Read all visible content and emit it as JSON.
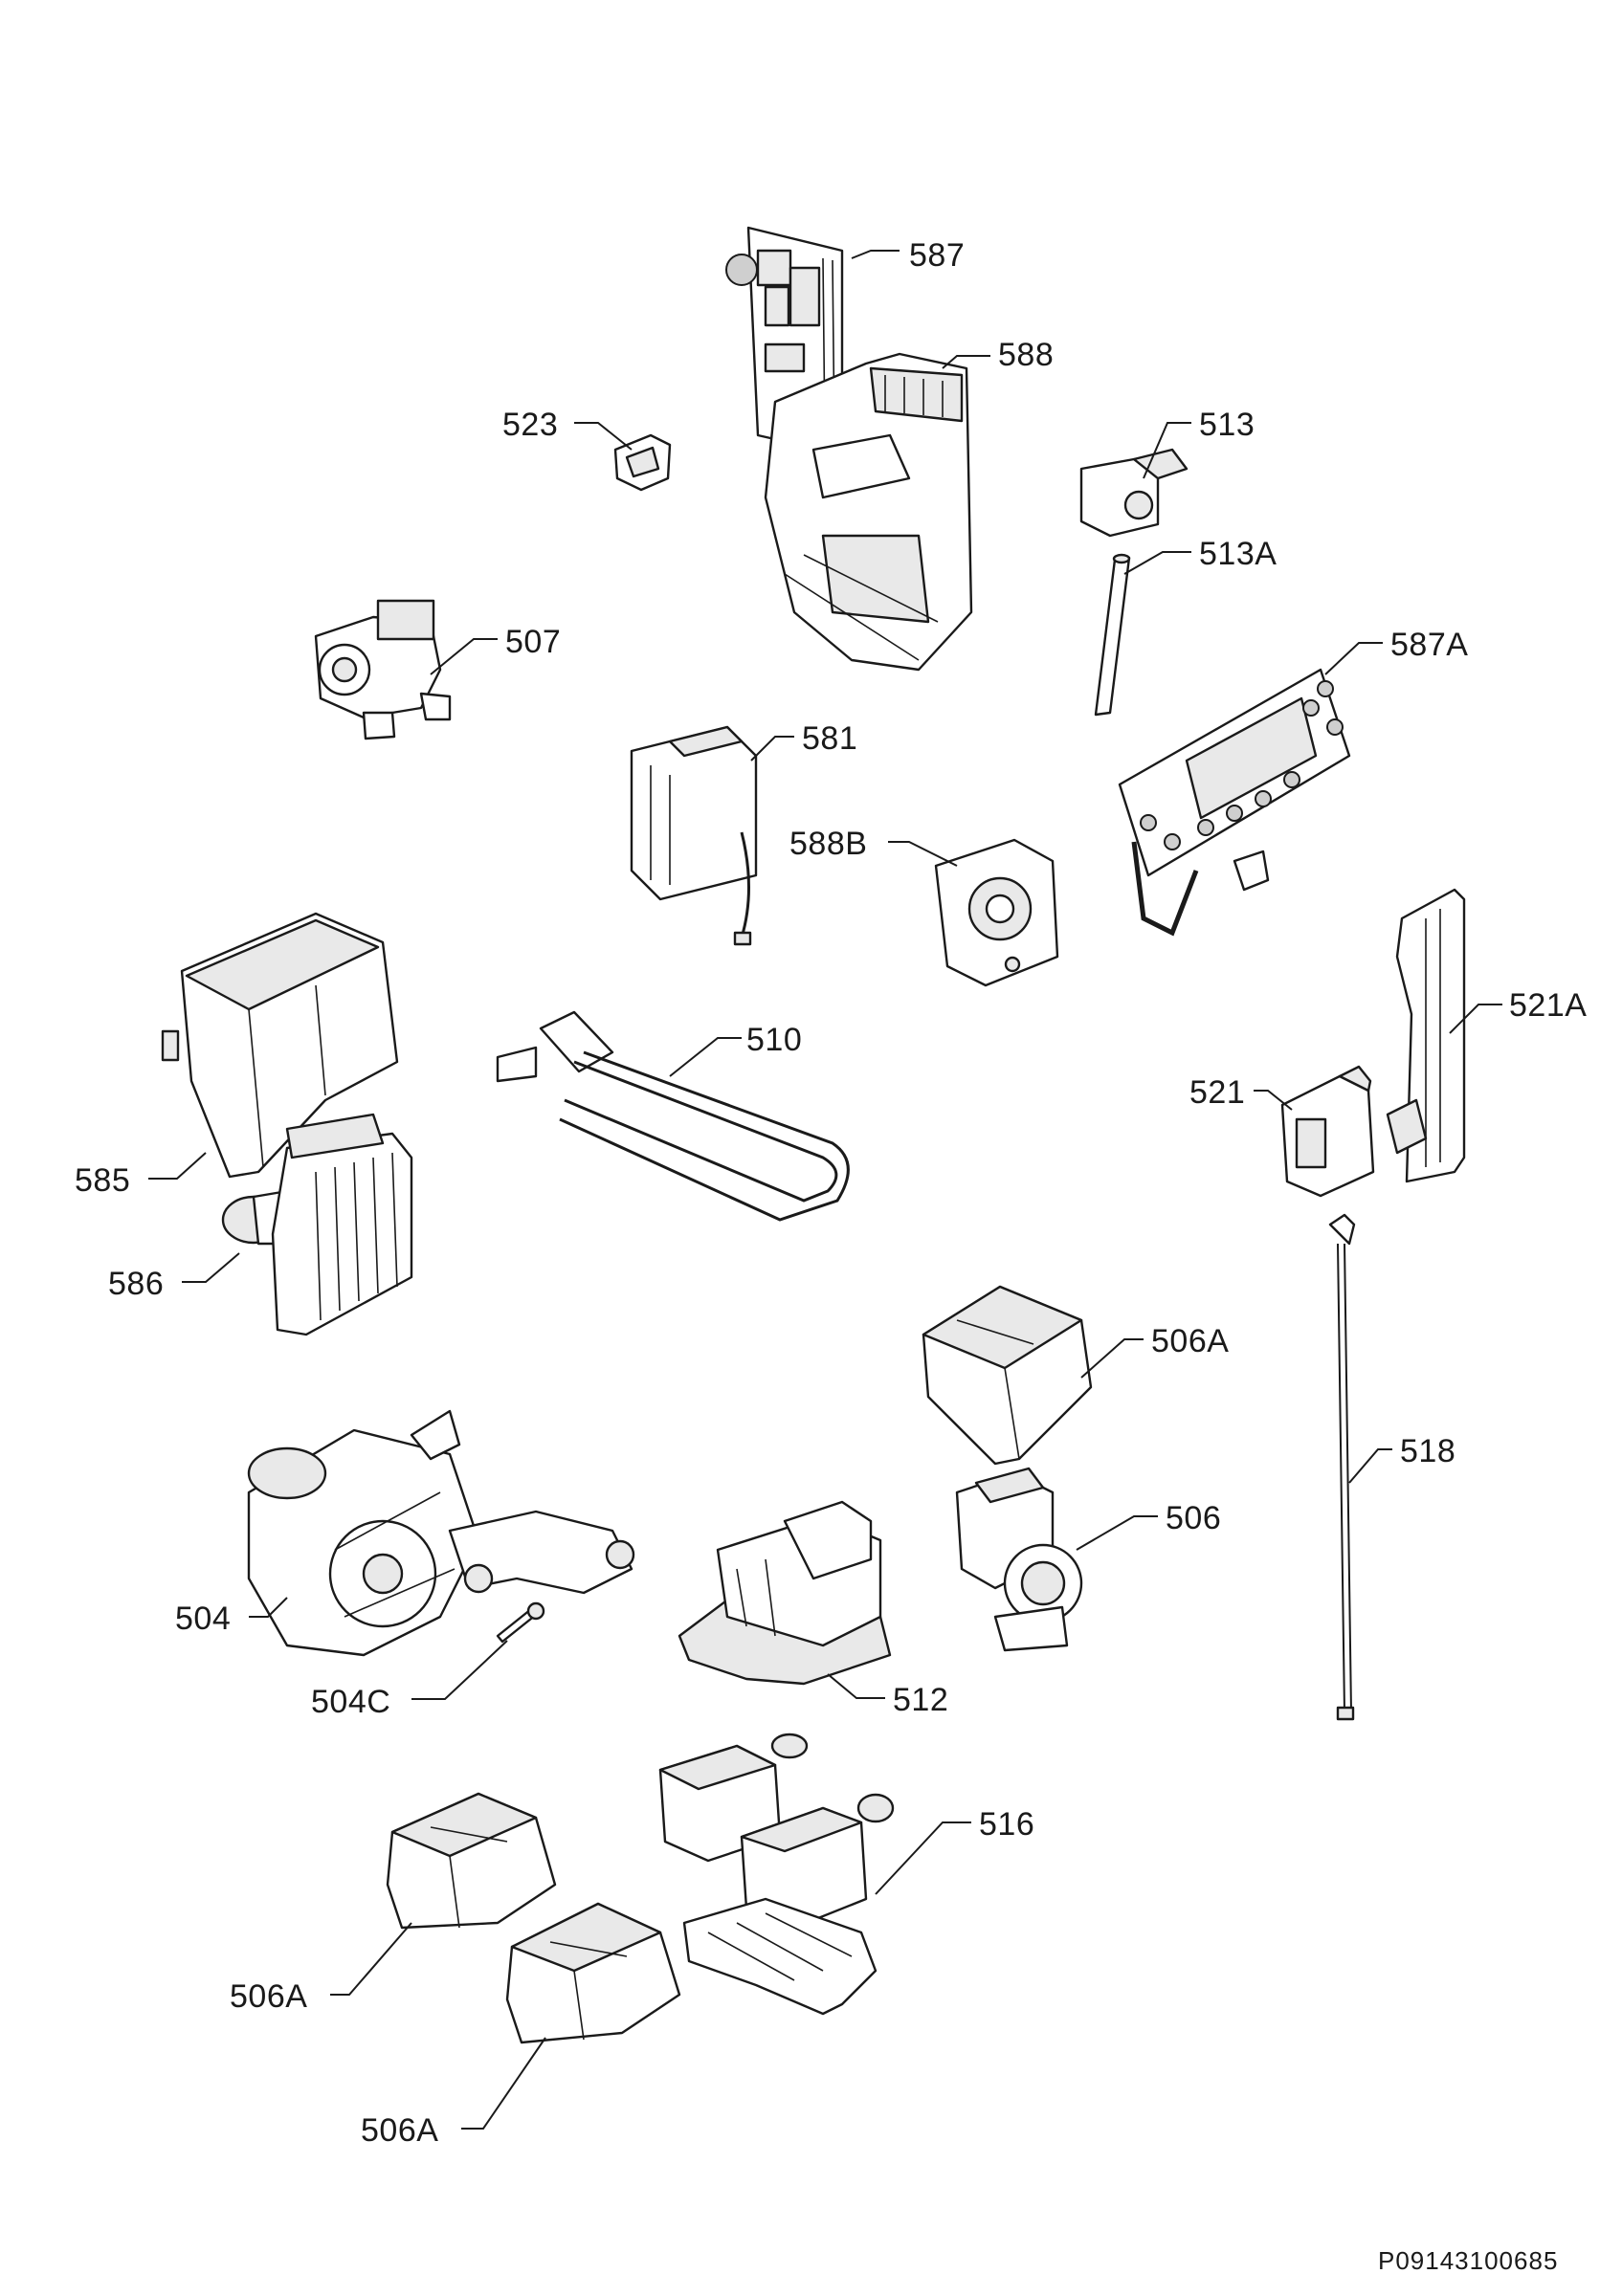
{
  "document_id": "P09143100685",
  "parts": [
    {
      "id": "587",
      "name": "part-587-main-board"
    },
    {
      "id": "588",
      "name": "part-588-board-housing"
    },
    {
      "id": "523",
      "name": "part-523-clip"
    },
    {
      "id": "513",
      "name": "part-513-sensor"
    },
    {
      "id": "513A",
      "name": "part-513a-rod"
    },
    {
      "id": "507",
      "name": "part-507-inlet-valve"
    },
    {
      "id": "587A",
      "name": "part-587a-control-board"
    },
    {
      "id": "581",
      "name": "part-581-module"
    },
    {
      "id": "588B",
      "name": "part-588b-pressure-switch"
    },
    {
      "id": "585",
      "name": "part-585-cover"
    },
    {
      "id": "510",
      "name": "part-510-heater"
    },
    {
      "id": "521A",
      "name": "part-521a-bracket"
    },
    {
      "id": "521",
      "name": "part-521-door-lock"
    },
    {
      "id": "586",
      "name": "part-586-motor-controller"
    },
    {
      "id": "518",
      "name": "part-518-cable"
    },
    {
      "id": "506A",
      "name": "part-506a-pump-cover"
    },
    {
      "id": "506",
      "name": "part-506-drain-pump"
    },
    {
      "id": "504",
      "name": "part-504-motor"
    },
    {
      "id": "504C",
      "name": "part-504c-screw"
    },
    {
      "id": "512",
      "name": "part-512-bracket"
    },
    {
      "id": "516",
      "name": "part-516-pump-assembly"
    }
  ],
  "labels": {
    "l587": "587",
    "l588": "588",
    "l523": "523",
    "l513": "513",
    "l513A": "513A",
    "l507": "507",
    "l587A": "587A",
    "l581": "581",
    "l588B": "588B",
    "l585": "585",
    "l510": "510",
    "l521A": "521A",
    "l521": "521",
    "l586": "586",
    "l518": "518",
    "l506A_1": "506A",
    "l506": "506",
    "l504": "504",
    "l504C": "504C",
    "l512": "512",
    "l516": "516",
    "l506A_2": "506A",
    "l506A_3": "506A"
  }
}
